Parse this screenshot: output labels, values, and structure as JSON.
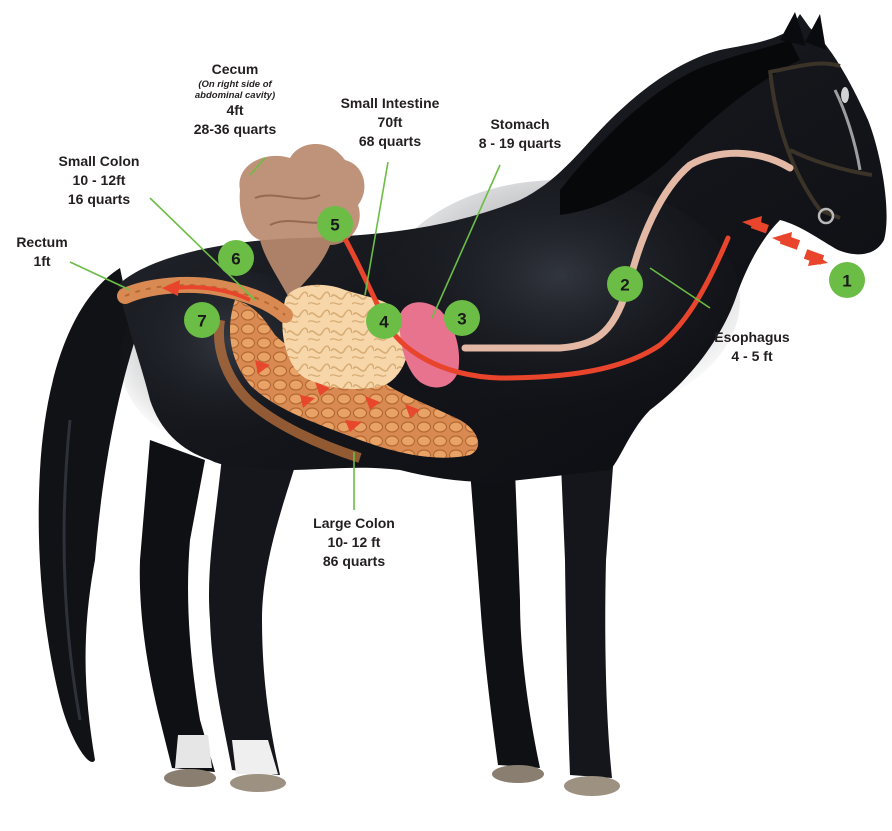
{
  "labels": {
    "cecum": {
      "name": "Cecum",
      "note_line1": "(On right side of",
      "note_line2": "abdominal cavity)",
      "length": "4ft",
      "volume": "28-36 quarts"
    },
    "small_intestine": {
      "name": "Small Intestine",
      "length": "70ft",
      "volume": "68 quarts"
    },
    "stomach": {
      "name": "Stomach",
      "volume": "8 - 19  quarts"
    },
    "small_colon": {
      "name": "Small Colon",
      "length": "10 - 12ft",
      "volume": "16 quarts"
    },
    "rectum": {
      "name": "Rectum",
      "length": "1ft"
    },
    "esophagus": {
      "name": "Esophagus",
      "length": "4 - 5 ft"
    },
    "large_colon": {
      "name": "Large Colon",
      "length": "10- 12 ft",
      "volume": "86 quarts"
    }
  },
  "markers": [
    "1",
    "2",
    "3",
    "4",
    "5",
    "6",
    "7"
  ],
  "colors": {
    "marker_fill": "#6cbd45",
    "route_arrow": "#e8452c",
    "esophagus_tube": "#e3b8a4",
    "stomach": "#e7738e",
    "small_intestine": "#f7d7a9",
    "large_colon": "#d98a52",
    "cecum": "#b88a6e",
    "horse_coat": "#14161b",
    "leader_line": "#6cbd45"
  }
}
